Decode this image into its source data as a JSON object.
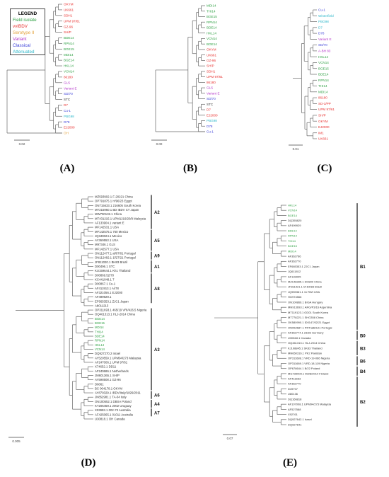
{
  "colors": {
    "field": "#2ea043",
    "vvibdv": "#e8312f",
    "serotype2": "#e3a23c",
    "variant": "#b232c8",
    "classical": "#3b3fd8",
    "attenuated": "#2bb6c9",
    "black": "#333333"
  },
  "legend": {
    "title": "LEGEND",
    "items": [
      {
        "label": "Field isolate",
        "color": "#2ea043"
      },
      {
        "label": "vvIBDV",
        "color": "#e8312f"
      },
      {
        "label": "Serotype II",
        "color": "#e3a23c"
      },
      {
        "label": "Variant",
        "color": "#b232c8"
      },
      {
        "label": "Classical",
        "color": "#3b3fd8"
      },
      {
        "label": "Attenuated",
        "color": "#2bb6c9"
      }
    ]
  },
  "panels": [
    {
      "label": "(A)",
      "scale": "0.02",
      "leaves": [
        {
          "name": "OKYM",
          "c": "vvibdv"
        },
        {
          "name": "UK661",
          "c": "vvibdv"
        },
        {
          "name": "SDH1",
          "c": "vvibdv"
        },
        {
          "name": "UPM 97/61",
          "c": "vvibdv"
        },
        {
          "name": "GZ-96",
          "c": "vvibdv"
        },
        {
          "name": "SH/P",
          "c": "vvibdv"
        },
        {
          "name": "BDE14",
          "c": "field"
        },
        {
          "name": "RPN14",
          "c": "field"
        },
        {
          "name": "BGE15",
          "c": "field"
        },
        {
          "name": "MDI14",
          "c": "field"
        },
        {
          "name": "BGE14",
          "c": "field"
        },
        {
          "name": "HKL14",
          "c": "field"
        },
        {
          "name": "VCN14",
          "c": "field"
        },
        {
          "name": "86180",
          "c": "vvibdv"
        },
        {
          "name": "GLS",
          "c": "variant"
        },
        {
          "name": "Variant E",
          "c": "variant"
        },
        {
          "name": "SD/70",
          "c": "classical"
        },
        {
          "name": "STC",
          "c": "black"
        },
        {
          "name": "D7",
          "c": "vvibdv"
        },
        {
          "name": "Cu-1",
          "c": "classical"
        },
        {
          "name": "PBG98",
          "c": "attenuated"
        },
        {
          "name": "D78",
          "c": "classical"
        },
        {
          "name": "EJ2000",
          "c": "vvibdv"
        },
        {
          "name": "OH",
          "c": "serotype2"
        }
      ]
    },
    {
      "label": "(B)",
      "scale": "0.00",
      "leaves": [
        {
          "name": "MDI14",
          "c": "field"
        },
        {
          "name": "THI14",
          "c": "field"
        },
        {
          "name": "BGE15",
          "c": "field"
        },
        {
          "name": "RPN14",
          "c": "field"
        },
        {
          "name": "BDE14",
          "c": "field"
        },
        {
          "name": "HKL14",
          "c": "field"
        },
        {
          "name": "VCN14",
          "c": "field"
        },
        {
          "name": "BGE14",
          "c": "field"
        },
        {
          "name": "OKYM",
          "c": "vvibdv"
        },
        {
          "name": "UK661",
          "c": "vvibdv"
        },
        {
          "name": "GZ-96",
          "c": "vvibdv"
        },
        {
          "name": "SH/P",
          "c": "vvibdv"
        },
        {
          "name": "SDH1",
          "c": "vvibdv"
        },
        {
          "name": "UPM 97/61",
          "c": "vvibdv"
        },
        {
          "name": "86180",
          "c": "vvibdv"
        },
        {
          "name": "GLS",
          "c": "variant"
        },
        {
          "name": "Variant E",
          "c": "variant"
        },
        {
          "name": "SD/70",
          "c": "classical"
        },
        {
          "name": "STC",
          "c": "black"
        },
        {
          "name": "D7",
          "c": "vvibdv"
        },
        {
          "name": "EJ2000",
          "c": "vvibdv"
        },
        {
          "name": "PBG98",
          "c": "attenuated"
        },
        {
          "name": "D78",
          "c": "classical"
        },
        {
          "name": "Cu-1",
          "c": "classical"
        }
      ]
    },
    {
      "label": "(C)",
      "scale": "0.01",
      "leaves": [
        {
          "name": "Cu-1",
          "c": "classical"
        },
        {
          "name": "Winterfield",
          "c": "attenuated"
        },
        {
          "name": "PBG98",
          "c": "attenuated"
        },
        {
          "name": "D7",
          "c": "attenuated"
        },
        {
          "name": "D78",
          "c": "classical"
        },
        {
          "name": "Variant E",
          "c": "variant"
        },
        {
          "name": "SD/70",
          "c": "classical"
        },
        {
          "name": "A-BH 83",
          "c": "variant"
        },
        {
          "name": "HKL14",
          "c": "field"
        },
        {
          "name": "VCN14",
          "c": "field"
        },
        {
          "name": "BGE15",
          "c": "field"
        },
        {
          "name": "BDE14",
          "c": "field"
        },
        {
          "name": "RPN14",
          "c": "field"
        },
        {
          "name": "THI14",
          "c": "field"
        },
        {
          "name": "MDI14",
          "c": "field"
        },
        {
          "name": "86180",
          "c": "vvibdv"
        },
        {
          "name": "SD-3/PP",
          "c": "vvibdv"
        },
        {
          "name": "UPM 97/61",
          "c": "vvibdv"
        },
        {
          "name": "SH/P",
          "c": "vvibdv"
        },
        {
          "name": "OKYM",
          "c": "vvibdv"
        },
        {
          "name": "EJ2000",
          "c": "vvibdv"
        },
        {
          "name": "IM1",
          "c": "vvibdv"
        },
        {
          "name": "UK661",
          "c": "vvibdv"
        }
      ]
    },
    {
      "label": "(D)",
      "scale": "0.005",
      "leaves": [
        {
          "name": "MZ593902.1 F-20221 China",
          "c": "black"
        },
        {
          "name": "OP791875.1 H/96/23 Egypt",
          "c": "black"
        },
        {
          "name": "ON715633.1 216605 South Korea",
          "c": "black"
        },
        {
          "name": "MT215960.1 BD IBDV CT Japan",
          "c": "black"
        },
        {
          "name": "MW700132.1 China",
          "c": "black"
        },
        {
          "name": "MT431215.1 UPM1219/20/9 Malaysia",
          "c": "black"
        },
        {
          "name": "AF133904.1 variant E",
          "c": "black"
        },
        {
          "name": "MF142531.1 USA",
          "c": "black"
        },
        {
          "name": "MF142575.1 760 Mexico",
          "c": "black"
        },
        {
          "name": "JQ349024.1 Mexico",
          "c": "black"
        },
        {
          "name": "AY369553.1 USA",
          "c": "black"
        },
        {
          "name": "M97346.1 GLS",
          "c": "black"
        },
        {
          "name": "MF142577.1 USA",
          "c": "black"
        },
        {
          "name": "ON112477.1 al/07/01 Portugal",
          "c": "black"
        },
        {
          "name": "ON112482.1 1l/27/21 Portugal",
          "c": "black"
        },
        {
          "name": "JF811020.1 BH83 Brazil",
          "c": "black"
        },
        {
          "name": "D00496.1 STC",
          "c": "black"
        },
        {
          "name": "KU159644.1 Kh1 Thailand",
          "c": "black"
        },
        {
          "name": "D00869.52/70",
          "c": "black"
        },
        {
          "name": "KC441048.1 7",
          "c": "black"
        },
        {
          "name": "D00867.1 Cu-1",
          "c": "black"
        },
        {
          "name": "AF411913.1 Ai/78",
          "c": "black"
        },
        {
          "name": "AF321056.1 EJ2000",
          "c": "black"
        },
        {
          "name": "AF499929.1",
          "c": "black"
        },
        {
          "name": "EF665353.1 ZJC1 Japan",
          "c": "black"
        },
        {
          "name": "Ab011213",
          "c": "black"
        },
        {
          "name": "OP311693.1 465/19 VRI/426.5 Nigeria",
          "c": "black"
        },
        {
          "name": "OQ461313.1 HLJ-2014 China",
          "c": "black"
        },
        {
          "name": "BGE14",
          "c": "field"
        },
        {
          "name": "BGE15",
          "c": "field"
        },
        {
          "name": "MDI14",
          "c": "field"
        },
        {
          "name": "THI14",
          "c": "field"
        },
        {
          "name": "BDE14",
          "c": "field"
        },
        {
          "name": "RPN14",
          "c": "field"
        },
        {
          "name": "HKL14",
          "c": "field"
        },
        {
          "name": "VCN14",
          "c": "field"
        },
        {
          "name": "DQ927270.2 Israel",
          "c": "black"
        },
        {
          "name": "AY529559.1 UPM94/273 Malaysia",
          "c": "black"
        },
        {
          "name": "AF247006.1 UPM 97/61",
          "c": "black"
        },
        {
          "name": "X74652.1 DD11",
          "c": "black"
        },
        {
          "name": "AF240686.1 Netherlands",
          "c": "black"
        },
        {
          "name": "JM601365.1 SH/P",
          "c": "black"
        },
        {
          "name": "AY598508.1 GZ-96",
          "c": "black"
        },
        {
          "name": "D6061",
          "c": "black"
        },
        {
          "name": "BC 004178.1 OKYM",
          "c": "black"
        },
        {
          "name": "AY879329.1 IBDV/Italy/1829/2011",
          "c": "black"
        },
        {
          "name": "JN852981.1 TA-04 Italy",
          "c": "black"
        },
        {
          "name": "ON100552.1 DBSA Poland",
          "c": "black"
        },
        {
          "name": "KT206459.1 2002 Uruguay",
          "c": "black"
        },
        {
          "name": "X03993.1 002-73 Australia",
          "c": "black"
        },
        {
          "name": "AF425065.1 01011 Australia",
          "c": "black"
        },
        {
          "name": "U30818.1 OH Canada",
          "c": "black"
        }
      ],
      "groups": [
        {
          "name": "A2",
          "from": 0,
          "to": 7
        },
        {
          "name": "A5",
          "from": 8,
          "to": 12
        },
        {
          "name": "A9",
          "from": 13,
          "to": 14
        },
        {
          "name": "A1",
          "from": 15,
          "to": 17
        },
        {
          "name": "A8",
          "from": 18,
          "to": 24
        },
        {
          "name": "A3",
          "from": 26,
          "to": 44
        },
        {
          "name": "A6",
          "from": 45,
          "to": 46
        },
        {
          "name": "A4",
          "from": 47,
          "to": 48
        },
        {
          "name": "A7",
          "from": 49,
          "to": 50
        }
      ]
    },
    {
      "label": "(E)",
      "scale": "0.07",
      "leaves": [
        {
          "name": "HKL14",
          "c": "field"
        },
        {
          "name": "VCN14",
          "c": "field"
        },
        {
          "name": "BGE14",
          "c": "field"
        },
        {
          "name": "DQ355820",
          "c": "black"
        },
        {
          "name": "AF499929",
          "c": "black"
        },
        {
          "name": "BDE14",
          "c": "field"
        },
        {
          "name": "RPN14",
          "c": "field"
        },
        {
          "name": "THI14",
          "c": "field"
        },
        {
          "name": "BGE15",
          "c": "field"
        },
        {
          "name": "MDI14",
          "c": "field"
        },
        {
          "name": "AF362766",
          "c": "black"
        },
        {
          "name": "AF362770",
          "c": "black"
        },
        {
          "name": "EF665353.1 ZJC1 Japan",
          "c": "black"
        },
        {
          "name": "JQ611812",
          "c": "black"
        },
        {
          "name": "AF133905",
          "c": "black"
        },
        {
          "name": "MZ148285.1 DH800 China",
          "c": "black"
        },
        {
          "name": "JF811921.1 IA-BH83 Brazil",
          "c": "black"
        },
        {
          "name": "JQ959361.1 11 RWI USA",
          "c": "black"
        },
        {
          "name": "HG974566",
          "c": "black"
        },
        {
          "name": "ON100866.1 BIGA Hungary",
          "c": "black"
        },
        {
          "name": "MN913693.1 ARG/P3/16 Argentina",
          "c": "black"
        },
        {
          "name": "MT119123.1 GD01 South Korea",
          "c": "black"
        },
        {
          "name": "MT778221.1 SHG358 China",
          "c": "black"
        },
        {
          "name": "OK580990.1 ID0147/02/21 Egypt",
          "c": "black"
        },
        {
          "name": "ON052687.1 PRT/alB/121 Portugal",
          "c": "black"
        },
        {
          "name": "AF362774.1 23/82 Germany",
          "c": "black"
        },
        {
          "name": "U30818.1 Canada",
          "c": "black"
        },
        {
          "name": "OQ461313.1 HLJ-2014 China",
          "c": "black"
        },
        {
          "name": "KJ198845.1 SK83 Thailand",
          "c": "black"
        },
        {
          "name": "MN660316.1 PK2 Pakistan",
          "c": "black"
        },
        {
          "name": "OP311688.1 VRD-19-066 Nigeria",
          "c": "black"
        },
        {
          "name": "OP311689.1 VRD-18-119 Nigeria",
          "c": "black"
        },
        {
          "name": "OP678644.1 B/22 Poland",
          "c": "black"
        },
        {
          "name": "MG739009.1 M/28/2014 Finland",
          "c": "black"
        },
        {
          "name": "AF411663",
          "c": "black"
        },
        {
          "name": "AF362770",
          "c": "black"
        },
        {
          "name": "D49707",
          "c": "black"
        },
        {
          "name": "U80136",
          "c": "black"
        },
        {
          "name": "DQ166818",
          "c": "black"
        },
        {
          "name": "AF107008.1 UPM94/273 Malaysia",
          "c": "black"
        },
        {
          "name": "AF527588",
          "c": "black"
        },
        {
          "name": "X92761",
          "c": "black"
        },
        {
          "name": "DQ927642.1 Israel",
          "c": "black"
        },
        {
          "name": "DQ927641",
          "c": "black"
        }
      ],
      "groups": [
        {
          "name": "B1",
          "from": 0,
          "to": 24
        },
        {
          "name": "B0",
          "from": 25,
          "to": 26
        },
        {
          "name": "B3",
          "from": 27,
          "to": 29
        },
        {
          "name": "B6",
          "from": 30,
          "to": 31
        },
        {
          "name": "B4",
          "from": 32,
          "to": 33
        },
        {
          "name": "B2",
          "from": 34,
          "to": 43
        }
      ]
    }
  ]
}
